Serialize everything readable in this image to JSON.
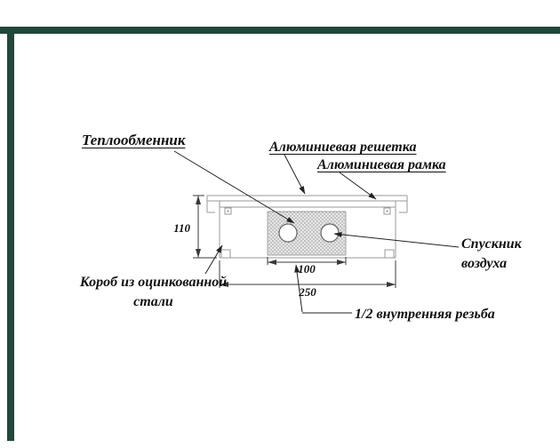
{
  "colors": {
    "frame": "#1d4a3c",
    "line": "#9a9a9a",
    "dim": "#3a3a3a",
    "ink": "#111111"
  },
  "labels": {
    "heat_exchanger": "Теплообменник",
    "aluminum_grille": "Алюминиевая решетка",
    "aluminum_frame": "Алюминиевая рамка",
    "air_vent": "Спускник воздуха",
    "steel_box": "Короб из оцинкованной стали",
    "thread": "1/2 внутренняя резьба"
  },
  "dimensions": {
    "height": "110",
    "exchanger_width": "100",
    "total_width": "250"
  }
}
